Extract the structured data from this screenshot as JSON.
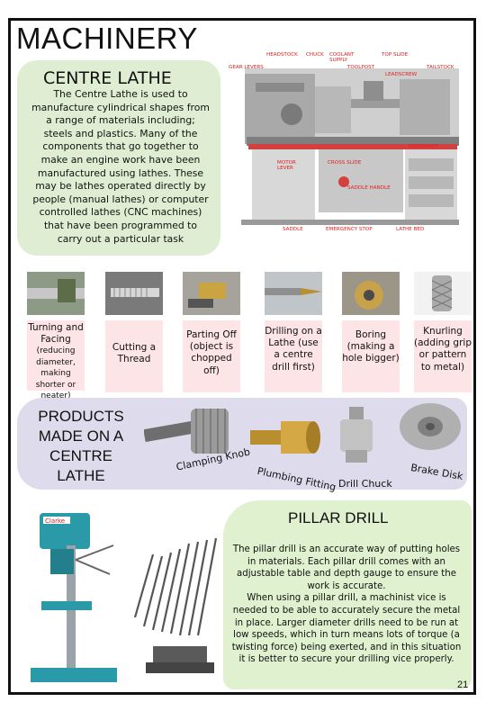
{
  "page_title": "MACHINERY",
  "lathe": {
    "heading": "CENTRE LATHE",
    "body": "The Centre Lathe is used to manufacture cylindrical shapes from a range of materials including; steels and plastics. Many of the components that go together to make an engine work have been manufactured using lathes. These may be lathes operated directly by people (manual lathes) or computer controlled lathes (CNC machines) that have been programmed to carry out a particular task"
  },
  "diagram_labels": {
    "headstock": "HEADSTOCK",
    "chuck": "CHUCK",
    "coolant_supply": "COOLANT SUPPLY",
    "top_slide": "TOP SLIDE",
    "gear_levers": "GEAR LEVERS",
    "toolpost": "TOOLPOST",
    "tailstock": "TAILSTOCK",
    "leadscrew": "LEADSCREW",
    "feedshaft": "FEEDSHAFT",
    "motor_lever": "MOTOR LEVER",
    "cross_slide": "CROSS SLIDE",
    "saddle_handle": "SADDLE HANDLE",
    "saddle": "SADDLE",
    "emergency_stop": "EMERGENCY STOP",
    "lathe_bed": "LATHE BED"
  },
  "processes": [
    {
      "title": "Turning and Facing",
      "note": "(reducing diameter, making shorter or neater)"
    },
    {
      "title": "Cutting a Thread",
      "note": ""
    },
    {
      "title": "Parting Off (object is chopped off)",
      "note": ""
    },
    {
      "title": "Drilling on a Lathe (use a centre drill first)",
      "note": ""
    },
    {
      "title": "Boring (making a hole bigger)",
      "note": ""
    },
    {
      "title": "Knurling (adding grip or pattern to metal)",
      "note": ""
    }
  ],
  "products": {
    "heading": "PRODUCTS MADE ON A CENTRE LATHE",
    "items": [
      "Clamping Knob",
      "Plumbing Fitting",
      "Drill Chuck",
      "Brake Disk"
    ]
  },
  "pillar_drill": {
    "heading": "PILLAR DRILL",
    "body": "The pillar drill is an accurate way of putting holes in materials. Each pillar drill comes with an adjustable table and depth gauge to ensure the work is accurate.\nWhen using a pillar drill, a machinist vice is needed to be able to accurately secure the metal in place. Larger diameter drills need to be run at low speeds, which in turn means lots of torque (a twisting force) being exerted, and in this situation it is better to secure your drilling vice properly.",
    "brand": "Clarke"
  },
  "page_number": "21"
}
